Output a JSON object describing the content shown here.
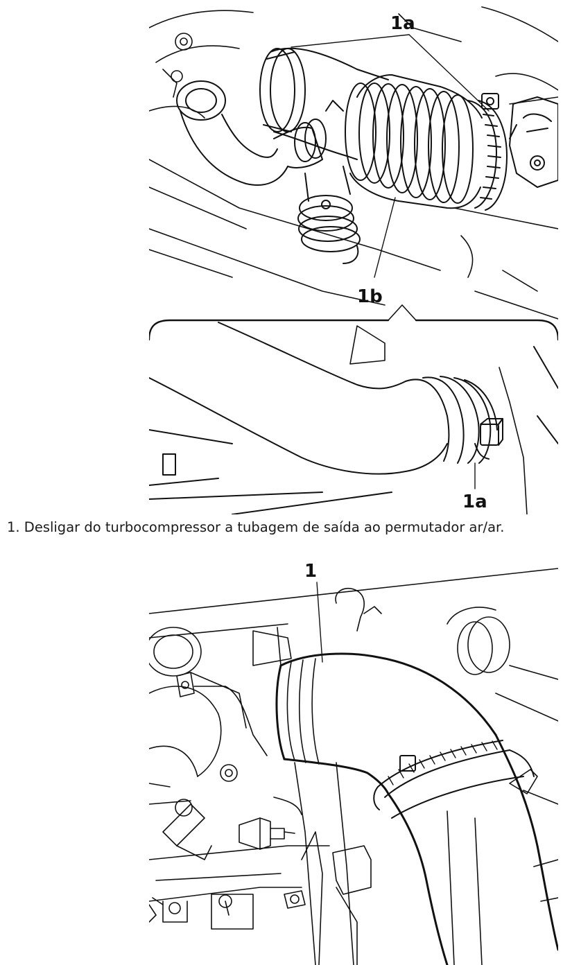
{
  "figure_top": {
    "callouts": {
      "label_1a_top": "1a",
      "label_1b": "1b",
      "label_1a_bottom": "1a"
    }
  },
  "caption": "1. Desligar do turbocompressor a tubagem de saída ao permutador ar/ar.",
  "figure_bottom": {
    "callouts": {
      "label_1": "1"
    }
  },
  "colors": {
    "ink": "#111111",
    "paper": "#ffffff"
  }
}
